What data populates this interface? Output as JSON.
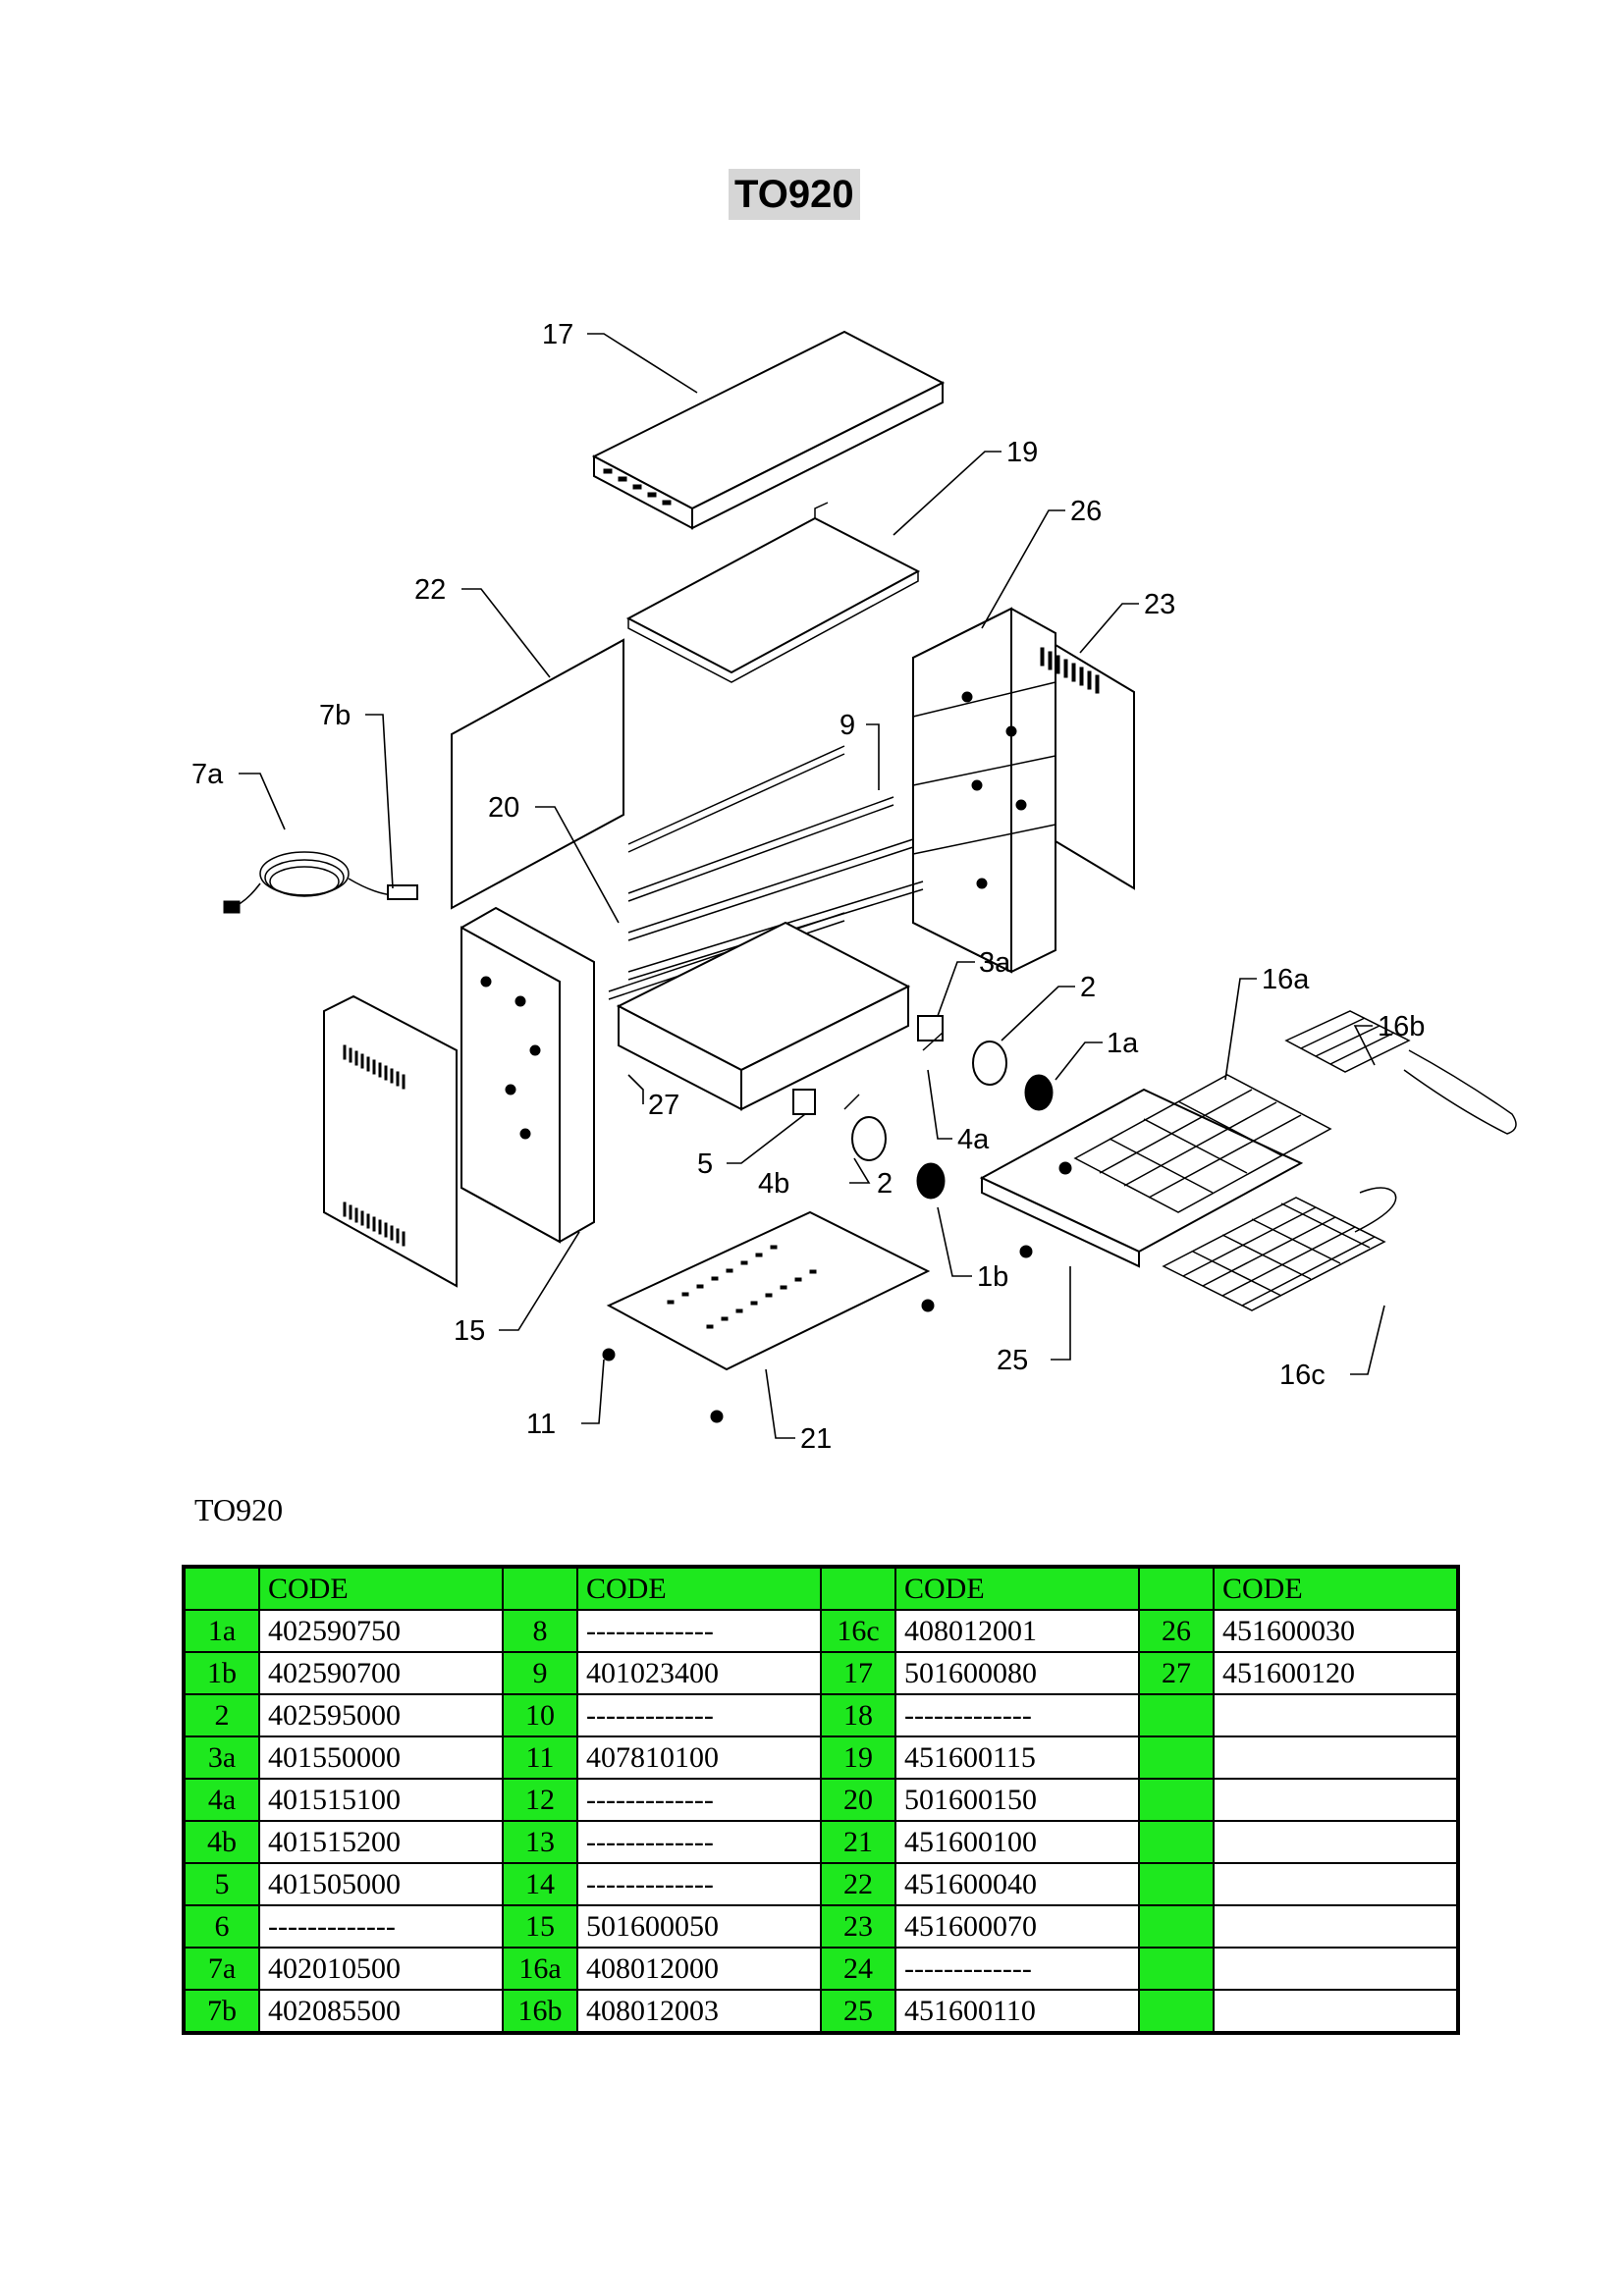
{
  "title": "TO920",
  "subtitle": "TO920",
  "diagram": {
    "callouts": [
      "17",
      "19",
      "26",
      "23",
      "22",
      "7b",
      "7a",
      "9",
      "20",
      "3a",
      "2",
      "16a",
      "16b",
      "1a",
      "27",
      "5",
      "4b",
      "2",
      "4a",
      "1b",
      "15",
      "25",
      "16c",
      "11",
      "21"
    ]
  },
  "table": {
    "header": [
      "",
      "CODE",
      "",
      "CODE",
      "",
      "CODE",
      "",
      "CODE"
    ],
    "rows": [
      [
        {
          "k": "1a",
          "c": "402590750"
        },
        {
          "k": "8",
          "c": "-------------"
        },
        {
          "k": "16c",
          "c": "408012001"
        },
        {
          "k": "26",
          "c": "451600030"
        }
      ],
      [
        {
          "k": "1b",
          "c": "402590700"
        },
        {
          "k": "9",
          "c": "401023400"
        },
        {
          "k": "17",
          "c": "501600080"
        },
        {
          "k": "27",
          "c": "451600120"
        }
      ],
      [
        {
          "k": "2",
          "c": "402595000"
        },
        {
          "k": "10",
          "c": "-------------"
        },
        {
          "k": "18",
          "c": "-------------"
        },
        {
          "k": "",
          "c": ""
        }
      ],
      [
        {
          "k": "3a",
          "c": "401550000"
        },
        {
          "k": "11",
          "c": "407810100"
        },
        {
          "k": "19",
          "c": "451600115"
        },
        {
          "k": "",
          "c": ""
        }
      ],
      [
        {
          "k": "4a",
          "c": "401515100"
        },
        {
          "k": "12",
          "c": "-------------"
        },
        {
          "k": "20",
          "c": "501600150"
        },
        {
          "k": "",
          "c": ""
        }
      ],
      [
        {
          "k": "4b",
          "c": "401515200"
        },
        {
          "k": "13",
          "c": "-------------"
        },
        {
          "k": "21",
          "c": "451600100"
        },
        {
          "k": "",
          "c": ""
        }
      ],
      [
        {
          "k": "5",
          "c": "401505000"
        },
        {
          "k": "14",
          "c": "-------------"
        },
        {
          "k": "22",
          "c": "451600040"
        },
        {
          "k": "",
          "c": ""
        }
      ],
      [
        {
          "k": "6",
          "c": "-------------"
        },
        {
          "k": "15",
          "c": "501600050"
        },
        {
          "k": "23",
          "c": "451600070"
        },
        {
          "k": "",
          "c": ""
        }
      ],
      [
        {
          "k": "7a",
          "c": "402010500"
        },
        {
          "k": "16a",
          "c": "408012000"
        },
        {
          "k": "24",
          "c": "-------------"
        },
        {
          "k": "",
          "c": ""
        }
      ],
      [
        {
          "k": "7b",
          "c": "402085500"
        },
        {
          "k": "16b",
          "c": "408012003"
        },
        {
          "k": "25",
          "c": "451600110"
        },
        {
          "k": "",
          "c": ""
        }
      ]
    ]
  }
}
